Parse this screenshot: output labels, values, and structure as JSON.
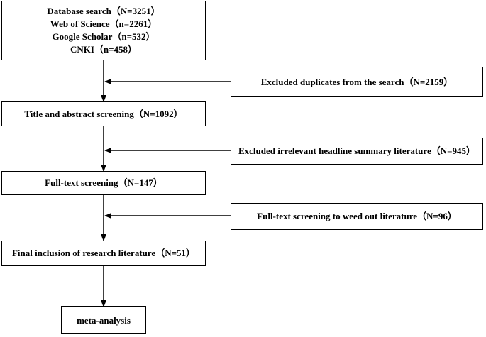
{
  "flowchart": {
    "database_search": {
      "lines": [
        "Database search（N=3251）",
        "Web of Science（n=2261）",
        "Google Scholar（n=532）",
        "CNKI（n=458）"
      ]
    },
    "excluded_duplicates": "Excluded duplicates from the search（N=2159）",
    "title_abstract_screening": "Title and abstract screening（N=1092）",
    "excluded_irrelevant": "Excluded irrelevant headline summary literature（N=945）",
    "full_text_screening": "Full-text screening（N=147）",
    "full_text_weed_out": "Full-text screening to weed out literature（N=96）",
    "final_inclusion": "Final inclusion of research literature（N=51）",
    "meta_analysis": "meta-analysis"
  },
  "colors": {
    "line": "#000000",
    "box_border": "#000000",
    "background": "#ffffff"
  }
}
